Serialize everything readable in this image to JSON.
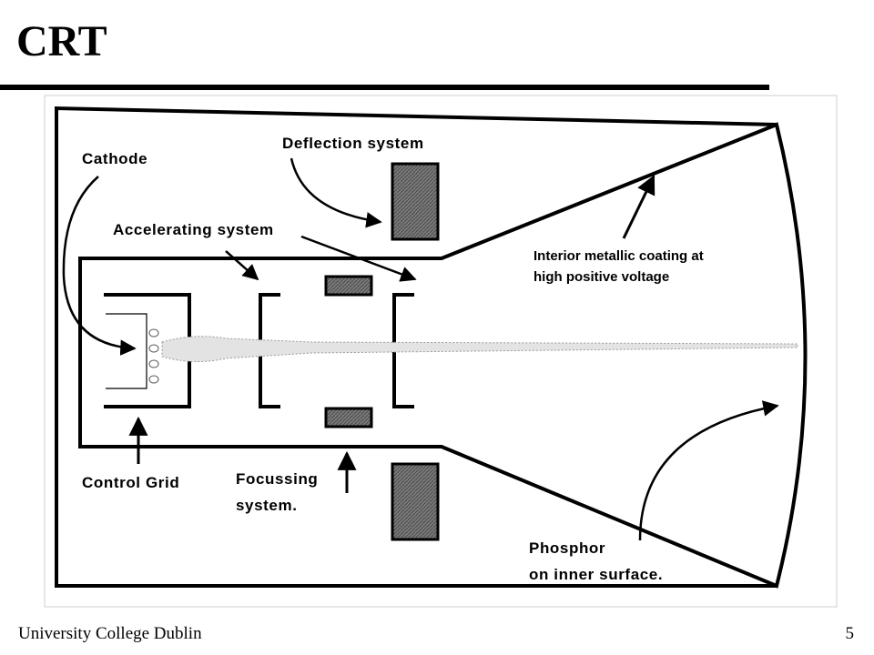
{
  "slide": {
    "title": "CRT",
    "footer_left": "University College Dublin",
    "page_number": "5"
  },
  "diagram": {
    "labels": {
      "cathode": "Cathode",
      "deflection": "Deflection system",
      "accelerating": "Accelerating system",
      "coating_line1": "Interior metallic coating at",
      "coating_line2": "high positive voltage",
      "control_grid": "Control Grid",
      "focussing_line1": "Focussing",
      "focussing_line2": "system.",
      "phosphor_line1": "Phosphor",
      "phosphor_line2": "on inner surface."
    },
    "colors": {
      "line": "#000000",
      "plate_fill": "#6e6e6e",
      "beam": "#9a9a9a",
      "panel_border": "#cfcfcf"
    }
  }
}
